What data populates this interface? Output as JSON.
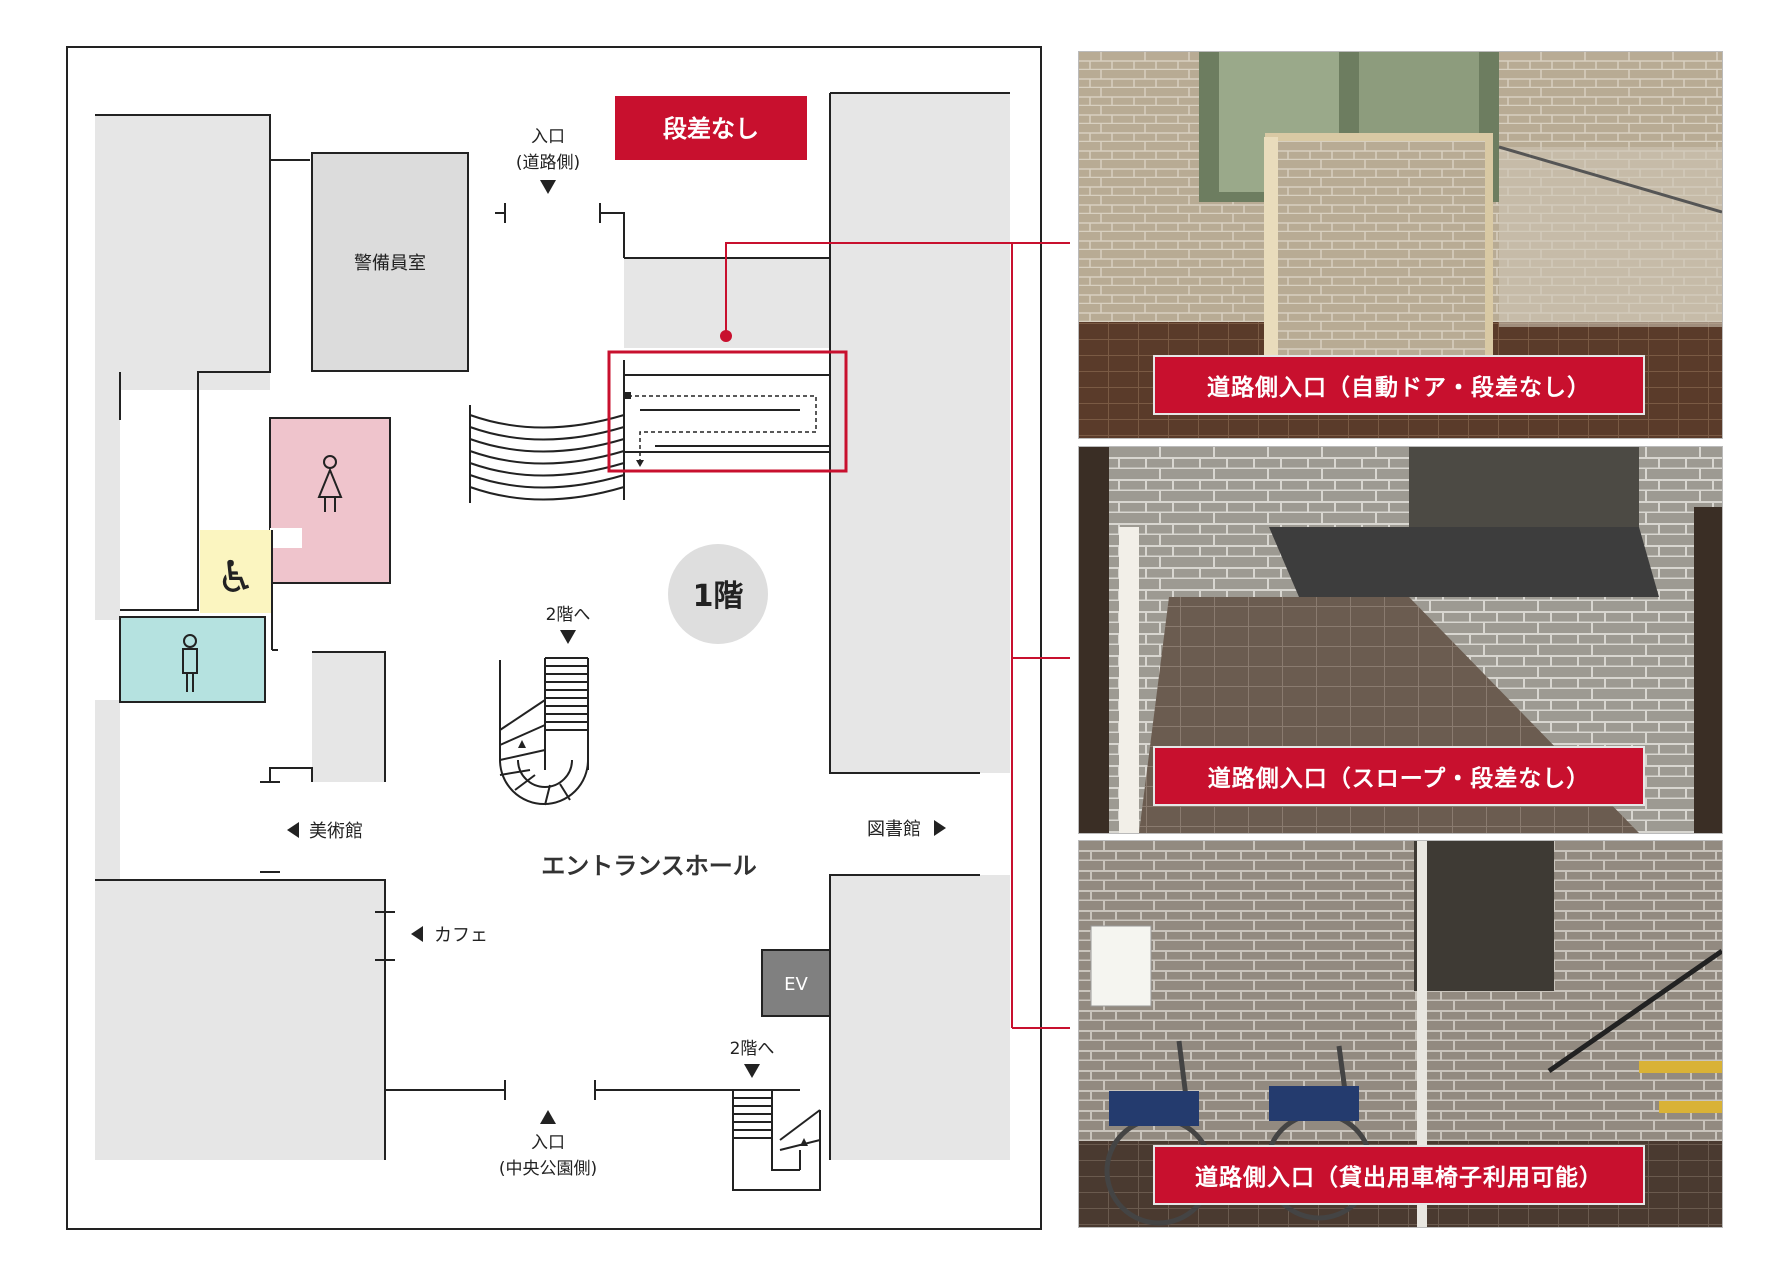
{
  "floor_label": "1階",
  "badge": {
    "label": "段差なし",
    "color": "#c8102e"
  },
  "rooms": {
    "security": "警備員室",
    "elevator": "EV",
    "hall": "エントランスホール"
  },
  "entrances": {
    "road": {
      "line1": "入口",
      "line2": "(道路側)"
    },
    "park": {
      "line1": "入口",
      "line2": "(中央公園側)"
    }
  },
  "directions": {
    "art_museum": "美術館",
    "library": "図書館",
    "cafe": "カフェ",
    "to_2f_a": "2階へ",
    "to_2f_b": "2階へ"
  },
  "photos": [
    {
      "caption": "道路側入口（自動ドア・段差なし）"
    },
    {
      "caption": "道路側入口（スロープ・段差なし）"
    },
    {
      "caption": "道路側入口（貸出用車椅子利用可能）"
    }
  ],
  "colors": {
    "accent": "#c8102e",
    "area_gray": "#e6e6e6",
    "security_room": "#dcdcdc",
    "womens_wc": "#efc4cc",
    "accessible_wc": "#fbf5c0",
    "mens_wc": "#b5e2e0",
    "elevator": "#808080",
    "floor_circle": "#dedede"
  }
}
